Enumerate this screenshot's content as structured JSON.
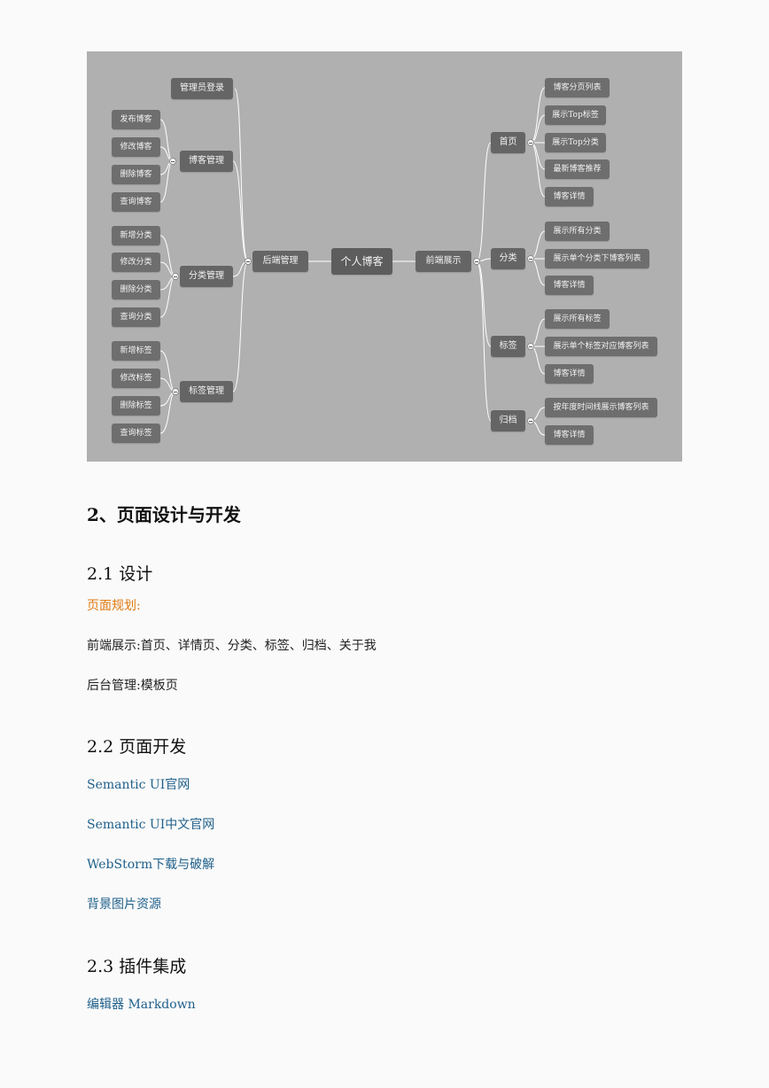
{
  "mindmap": {
    "root": "个人博客",
    "backend": {
      "label": "后端管理",
      "login": "管理员登录",
      "blog": {
        "label": "博客管理",
        "items": [
          "发布博客",
          "修改博客",
          "删除博客",
          "查询博客"
        ]
      },
      "type": {
        "label": "分类管理",
        "items": [
          "新增分类",
          "修改分类",
          "删除分类",
          "查询分类"
        ]
      },
      "tag": {
        "label": "标签管理",
        "items": [
          "新增标签",
          "修改标签",
          "删除标签",
          "查询标签"
        ]
      }
    },
    "frontend": {
      "label": "前端展示",
      "home": {
        "label": "首页",
        "items": [
          "博客分页列表",
          "展示Top标签",
          "展示Top分类",
          "最新博客推荐",
          "博客详情"
        ]
      },
      "types": {
        "label": "分类",
        "items": [
          "展示所有分类",
          "展示单个分类下博客列表",
          "博客详情"
        ]
      },
      "tags": {
        "label": "标签",
        "items": [
          "展示所有标签",
          "展示单个标签对应博客列表",
          "博客详情"
        ]
      },
      "archive": {
        "label": "归档",
        "items": [
          "按年度时间线展示博客列表",
          "博客详情"
        ]
      }
    }
  },
  "doc": {
    "section2_title": "2、页面设计与开发",
    "design_title": "2.1 设计",
    "page_plan_label": "页面规划:",
    "frontend_line": "前端展示:首页、详情页、分类、标签、归档、关于我",
    "backend_line": "后台管理:模板页",
    "dev_title": "2.2 页面开发",
    "links": [
      "Semantic UI官网",
      "Semantic UI中文官网",
      "WebStorm下载与破解",
      "背景图片资源"
    ],
    "plugins_title": "2.3 插件集成",
    "plugin_link": "编辑器 Markdown"
  },
  "colors": {
    "mindmap_bg": "#b0b0b0",
    "node_bg": "#6e6e6e",
    "orange_text": "#e07a10",
    "link_text": "#1e5f8a"
  }
}
